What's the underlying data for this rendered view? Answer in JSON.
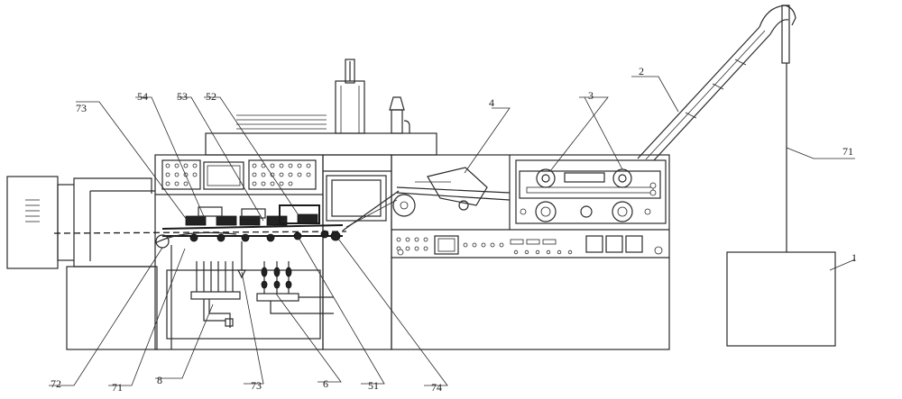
{
  "labels": {
    "l1": "1",
    "l2": "2",
    "l3": "3",
    "l4": "4",
    "l6": "6",
    "l8": "8",
    "l51": "51",
    "l52": "52",
    "l53": "53",
    "l54": "54",
    "l71_right": "71",
    "l71_bottom": "71",
    "l72": "72",
    "l73_top": "73",
    "l73_bottom": "73",
    "l74": "74"
  }
}
